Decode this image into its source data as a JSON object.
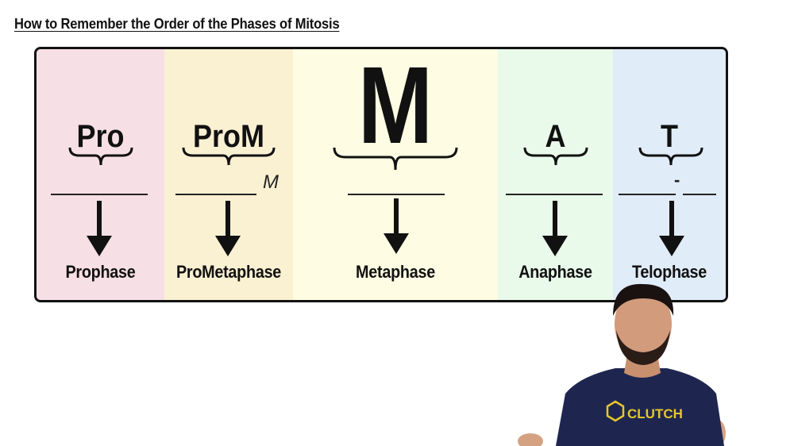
{
  "slide": {
    "title": "How to Remember the Order of the Phases of Mitosis"
  },
  "diagram": {
    "columns": [
      {
        "abbreviation": "Pro",
        "phase": "Prophase",
        "bg": "#f7dfe6"
      },
      {
        "abbreviation": "ProM",
        "phase": "ProMetaphase",
        "bg": "#faf0d2",
        "extra_mark": "M"
      },
      {
        "abbreviation": "M",
        "phase": "Metaphase",
        "bg": "#fefde3"
      },
      {
        "abbreviation": "A",
        "phase": "Anaphase",
        "bg": "#e9f9ea"
      },
      {
        "abbreviation": "T",
        "phase": "Telophase",
        "bg": "#e0ecf8",
        "extra_mark": "-"
      }
    ]
  },
  "presenter": {
    "shirt_logo_text": "CLUTCH",
    "shirt_color": "#1e2650",
    "logo_color": "#e8c62a"
  }
}
